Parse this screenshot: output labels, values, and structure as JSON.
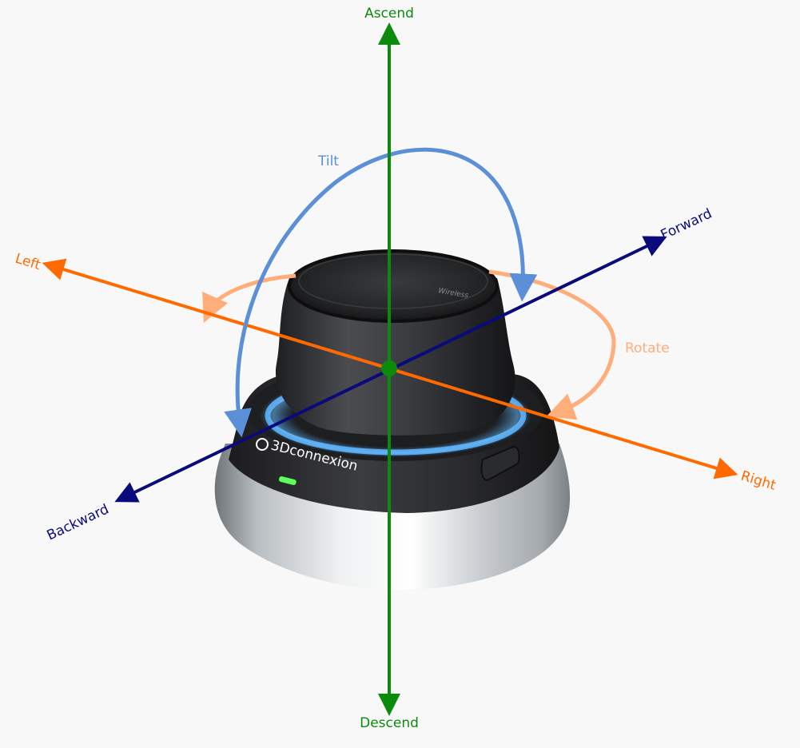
{
  "labels": {
    "ascend": "Ascend",
    "descend": "Descend",
    "left": "Left",
    "right": "Right",
    "forward": "Forward",
    "backward": "Backward",
    "tilt": "Tilt",
    "rotate": "Rotate"
  },
  "device": {
    "brand": "3Dconnexion",
    "cap_text": "Wireless"
  },
  "colors": {
    "ascend_descend": "#0c8a0c",
    "left_right": "#ff6a00",
    "forward_backward": "#0a0a7a",
    "tilt": "#5b8fd8",
    "rotate": "#ffad7a",
    "led": "#5cff5c",
    "ring": "#5aaaf0"
  }
}
